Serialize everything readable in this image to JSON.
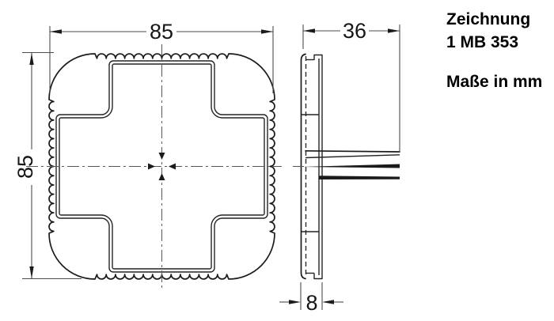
{
  "drawing": {
    "title": "Zeichnung",
    "number": "1 MB 353",
    "units_note": "Maße in mm"
  },
  "dimensions": {
    "front_width_mm": "85",
    "front_height_mm": "85",
    "side_depth_mm": "36",
    "side_flange_mm": "8"
  },
  "colors": {
    "background": "#ffffff",
    "main_line": "#1c1c1c",
    "dim_line": "#4d4d4d"
  }
}
